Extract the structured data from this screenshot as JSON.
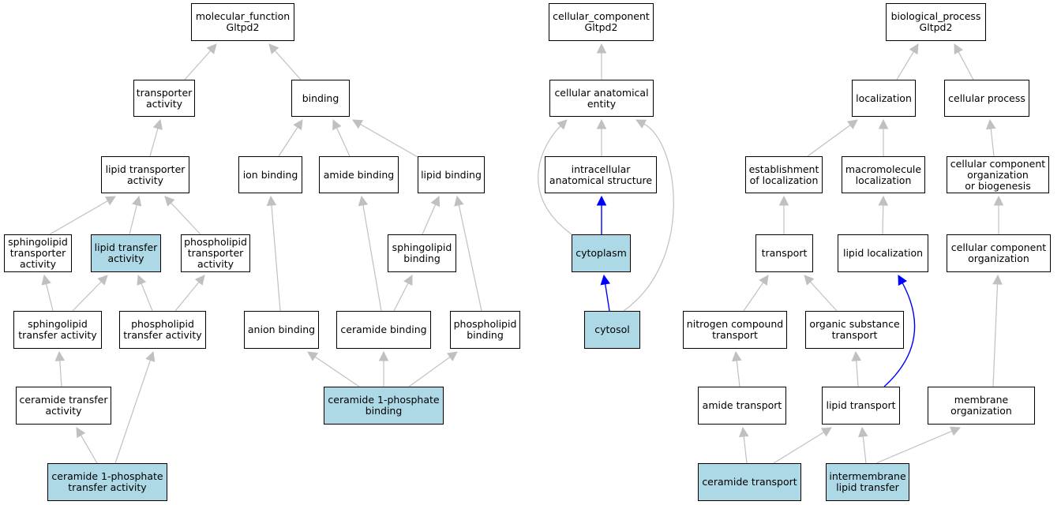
{
  "colors": {
    "edge_default": "#c0c0c0",
    "edge_highlight": "#0000ff",
    "node_fill": "#ffffff",
    "node_highlight_fill": "#add8e6",
    "node_border": "#000000"
  },
  "nodes": [
    {
      "id": "mf",
      "label": "molecular_function\nGltpd2",
      "highlight": false
    },
    {
      "id": "transporter_activity",
      "label": "transporter\nactivity",
      "highlight": false
    },
    {
      "id": "binding",
      "label": "binding",
      "highlight": false
    },
    {
      "id": "lipid_transporter_activity",
      "label": "lipid transporter\nactivity",
      "highlight": false
    },
    {
      "id": "ion_binding",
      "label": "ion binding",
      "highlight": false
    },
    {
      "id": "amide_binding",
      "label": "amide binding",
      "highlight": false
    },
    {
      "id": "lipid_binding",
      "label": "lipid binding",
      "highlight": false
    },
    {
      "id": "sphingolipid_transporter_activity",
      "label": "sphingolipid\ntransporter\nactivity",
      "highlight": false
    },
    {
      "id": "lipid_transfer_activity",
      "label": "lipid transfer\nactivity",
      "highlight": true
    },
    {
      "id": "phospholipid_transporter_activity",
      "label": "phospholipid\ntransporter\nactivity",
      "highlight": false
    },
    {
      "id": "sphingolipid_binding",
      "label": "sphingolipid\nbinding",
      "highlight": false
    },
    {
      "id": "sphingolipid_transfer_activity",
      "label": "sphingolipid\ntransfer activity",
      "highlight": false
    },
    {
      "id": "phospholipid_transfer_activity",
      "label": "phospholipid\ntransfer activity",
      "highlight": false
    },
    {
      "id": "anion_binding",
      "label": "anion binding",
      "highlight": false
    },
    {
      "id": "ceramide_binding",
      "label": "ceramide binding",
      "highlight": false
    },
    {
      "id": "phospholipid_binding",
      "label": "phospholipid\nbinding",
      "highlight": false
    },
    {
      "id": "ceramide_transfer_activity",
      "label": "ceramide transfer\nactivity",
      "highlight": false
    },
    {
      "id": "c1p_binding",
      "label": "ceramide 1-phosphate\nbinding",
      "highlight": true
    },
    {
      "id": "c1p_transfer_activity",
      "label": "ceramide 1-phosphate\ntransfer activity",
      "highlight": true
    },
    {
      "id": "cc",
      "label": "cellular_component\nGltpd2",
      "highlight": false
    },
    {
      "id": "cellular_anatomical_entity",
      "label": "cellular anatomical\nentity",
      "highlight": false
    },
    {
      "id": "intracellular_anatomical_structure",
      "label": "intracellular\nanatomical structure",
      "highlight": false
    },
    {
      "id": "cytoplasm",
      "label": "cytoplasm",
      "highlight": true
    },
    {
      "id": "cytosol",
      "label": "cytosol",
      "highlight": true
    },
    {
      "id": "bp",
      "label": "biological_process\nGltpd2",
      "highlight": false
    },
    {
      "id": "localization",
      "label": "localization",
      "highlight": false
    },
    {
      "id": "cellular_process",
      "label": "cellular process",
      "highlight": false
    },
    {
      "id": "establishment_of_localization",
      "label": "establishment\nof localization",
      "highlight": false
    },
    {
      "id": "macromolecule_localization",
      "label": "macromolecule\nlocalization",
      "highlight": false
    },
    {
      "id": "cc_org_or_biogenesis",
      "label": "cellular component\norganization\nor biogenesis",
      "highlight": false
    },
    {
      "id": "transport",
      "label": "transport",
      "highlight": false
    },
    {
      "id": "lipid_localization",
      "label": "lipid localization",
      "highlight": false
    },
    {
      "id": "cc_organization",
      "label": "cellular component\norganization",
      "highlight": false
    },
    {
      "id": "nitrogen_compound_transport",
      "label": "nitrogen compound\ntransport",
      "highlight": false
    },
    {
      "id": "organic_substance_transport",
      "label": "organic substance\ntransport",
      "highlight": false
    },
    {
      "id": "amide_transport",
      "label": "amide transport",
      "highlight": false
    },
    {
      "id": "lipid_transport",
      "label": "lipid transport",
      "highlight": false
    },
    {
      "id": "membrane_organization",
      "label": "membrane organization",
      "highlight": false
    },
    {
      "id": "ceramide_transport",
      "label": "ceramide transport",
      "highlight": true
    },
    {
      "id": "intermembrane_lipid_transfer",
      "label": "intermembrane\nlipid transfer",
      "highlight": true
    }
  ],
  "edges": [
    {
      "from": "transporter_activity",
      "to": "mf",
      "highlight": false
    },
    {
      "from": "binding",
      "to": "mf",
      "highlight": false
    },
    {
      "from": "lipid_transporter_activity",
      "to": "transporter_activity",
      "highlight": false
    },
    {
      "from": "ion_binding",
      "to": "binding",
      "highlight": false
    },
    {
      "from": "amide_binding",
      "to": "binding",
      "highlight": false
    },
    {
      "from": "lipid_binding",
      "to": "binding",
      "highlight": false
    },
    {
      "from": "sphingolipid_transporter_activity",
      "to": "lipid_transporter_activity",
      "highlight": false
    },
    {
      "from": "lipid_transfer_activity",
      "to": "lipid_transporter_activity",
      "highlight": false
    },
    {
      "from": "phospholipid_transporter_activity",
      "to": "lipid_transporter_activity",
      "highlight": false
    },
    {
      "from": "sphingolipid_binding",
      "to": "lipid_binding",
      "highlight": false
    },
    {
      "from": "sphingolipid_transfer_activity",
      "to": "sphingolipid_transporter_activity",
      "highlight": false
    },
    {
      "from": "sphingolipid_transfer_activity",
      "to": "lipid_transfer_activity",
      "highlight": false
    },
    {
      "from": "phospholipid_transfer_activity",
      "to": "lipid_transfer_activity",
      "highlight": false
    },
    {
      "from": "phospholipid_transfer_activity",
      "to": "phospholipid_transporter_activity",
      "highlight": false
    },
    {
      "from": "anion_binding",
      "to": "ion_binding",
      "highlight": false
    },
    {
      "from": "ceramide_binding",
      "to": "amide_binding",
      "highlight": false
    },
    {
      "from": "ceramide_binding",
      "to": "sphingolipid_binding",
      "highlight": false
    },
    {
      "from": "phospholipid_binding",
      "to": "lipid_binding",
      "highlight": false
    },
    {
      "from": "ceramide_transfer_activity",
      "to": "sphingolipid_transfer_activity",
      "highlight": false
    },
    {
      "from": "c1p_binding",
      "to": "anion_binding",
      "highlight": false
    },
    {
      "from": "c1p_binding",
      "to": "ceramide_binding",
      "highlight": false
    },
    {
      "from": "c1p_binding",
      "to": "phospholipid_binding",
      "highlight": false
    },
    {
      "from": "c1p_transfer_activity",
      "to": "ceramide_transfer_activity",
      "highlight": false
    },
    {
      "from": "c1p_transfer_activity",
      "to": "phospholipid_transfer_activity",
      "highlight": false
    },
    {
      "from": "cellular_anatomical_entity",
      "to": "cc",
      "highlight": false
    },
    {
      "from": "intracellular_anatomical_structure",
      "to": "cellular_anatomical_entity",
      "highlight": false
    },
    {
      "from": "cytoplasm",
      "to": "intracellular_anatomical_structure",
      "highlight": true
    },
    {
      "from": "cytoplasm",
      "to": "cellular_anatomical_entity",
      "highlight": false
    },
    {
      "from": "cytosol",
      "to": "cytoplasm",
      "highlight": true
    },
    {
      "from": "cytosol",
      "to": "cellular_anatomical_entity",
      "highlight": false
    },
    {
      "from": "localization",
      "to": "bp",
      "highlight": false
    },
    {
      "from": "cellular_process",
      "to": "bp",
      "highlight": false
    },
    {
      "from": "establishment_of_localization",
      "to": "localization",
      "highlight": false
    },
    {
      "from": "macromolecule_localization",
      "to": "localization",
      "highlight": false
    },
    {
      "from": "cc_org_or_biogenesis",
      "to": "cellular_process",
      "highlight": false
    },
    {
      "from": "transport",
      "to": "establishment_of_localization",
      "highlight": false
    },
    {
      "from": "lipid_localization",
      "to": "macromolecule_localization",
      "highlight": false
    },
    {
      "from": "cc_organization",
      "to": "cc_org_or_biogenesis",
      "highlight": false
    },
    {
      "from": "nitrogen_compound_transport",
      "to": "transport",
      "highlight": false
    },
    {
      "from": "organic_substance_transport",
      "to": "transport",
      "highlight": false
    },
    {
      "from": "amide_transport",
      "to": "nitrogen_compound_transport",
      "highlight": false
    },
    {
      "from": "lipid_transport",
      "to": "organic_substance_transport",
      "highlight": false
    },
    {
      "from": "lipid_transport",
      "to": "lipid_localization",
      "highlight": true
    },
    {
      "from": "membrane_organization",
      "to": "cc_organization",
      "highlight": false
    },
    {
      "from": "ceramide_transport",
      "to": "amide_transport",
      "highlight": false
    },
    {
      "from": "ceramide_transport",
      "to": "lipid_transport",
      "highlight": false
    },
    {
      "from": "intermembrane_lipid_transfer",
      "to": "lipid_transport",
      "highlight": false
    },
    {
      "from": "intermembrane_lipid_transfer",
      "to": "membrane_organization",
      "highlight": false
    }
  ]
}
